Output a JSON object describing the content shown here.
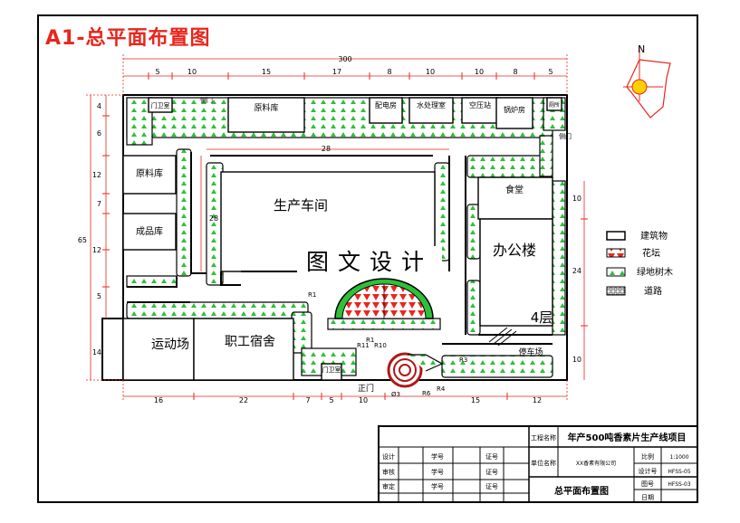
{
  "title": "A1-总平面布置图",
  "dims": {
    "top": [
      "300",
      "5",
      "10",
      "15",
      "17",
      "8",
      "10",
      "10",
      "8",
      "5"
    ],
    "bottom": [
      "16",
      "22",
      "7",
      "5",
      "10",
      "15",
      "12"
    ],
    "left": [
      "4",
      "6",
      "12",
      "7",
      "12",
      "5",
      "14"
    ],
    "left_total": "65",
    "right": [
      "10",
      "24",
      "10"
    ],
    "inner_top": "28",
    "inner_left": "28"
  },
  "labels": {
    "guard_top": "门卫室",
    "side_gate_top": "侧门",
    "raw_store_top": "原料库",
    "power_room": "配电房",
    "water_room": "水处理室",
    "compressor": "空压站",
    "boiler": "锅炉房",
    "toilet": "厕所",
    "side_gate_right": "侧门",
    "raw_store_left": "原料库",
    "product_store": "成品库",
    "workshop": "生产车间",
    "canteen": "食堂",
    "office": "办公楼",
    "floors": "4层",
    "sports": "运动场",
    "dorm": "职工宿舍",
    "guard_bottom": "门卫室",
    "main_gate": "正门",
    "parking": "停车场",
    "watermark": "图文设计",
    "r1a": "R1",
    "r1b": "R1",
    "r11": "R11",
    "r10": "R10",
    "r6": "R6",
    "r4": "R4",
    "r3": "R3",
    "d3": "Ø3"
  },
  "legend": {
    "building": "建筑物",
    "flowerbed": "花坛",
    "greenbelt": "绿地树木",
    "road": "道路"
  },
  "compass": {
    "north": "N"
  },
  "title_block": {
    "project_label": "工程名称",
    "project_name": "年产500吨香素片生产线项目",
    "unit_label": "单位名称",
    "unit_name": "XX香素有限公司",
    "scale_label": "比例",
    "scale": "1:1000",
    "design_no_label": "设计号",
    "design_no": "HFSS-05",
    "drawing_no_label": "图号",
    "drawing_no": "HFSS-03",
    "date_label": "日期",
    "drawing_name": "总平面布置图",
    "roles": [
      "设计",
      "审核",
      "审定"
    ],
    "no_label": "学号",
    "cert_label": "证号"
  },
  "colors": {
    "border": "#000000",
    "green_fill": "#2fbf3a",
    "wall": "#000000",
    "dim": "#e8261c",
    "road_ring": "#b01818",
    "text_red": "#e8261c"
  }
}
